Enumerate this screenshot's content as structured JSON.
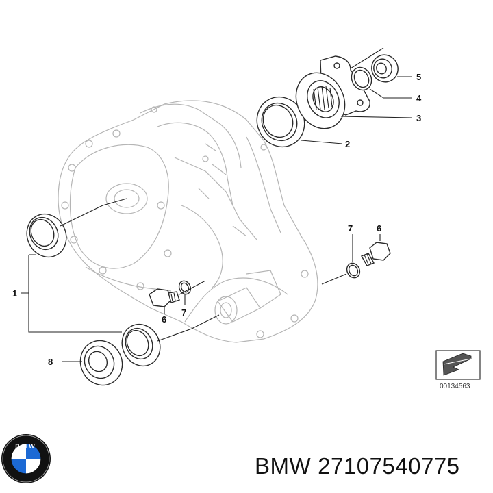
{
  "diagram": {
    "callouts": [
      "1",
      "2",
      "3",
      "4",
      "5",
      "6",
      "7",
      "8"
    ],
    "reference_code": "00134563"
  },
  "brand": {
    "logo_letters": "BMW",
    "name": "BMW",
    "part_number": "27107540775",
    "colors": {
      "blue": "#1c69d4",
      "black": "#111111",
      "white": "#ffffff"
    }
  }
}
